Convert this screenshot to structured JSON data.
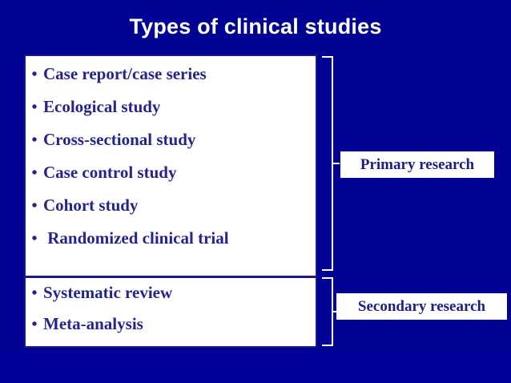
{
  "slide": {
    "title": "Types of clinical studies",
    "background_color": "#010194",
    "title_color": "#FFFFFF",
    "text_color": "#24248C",
    "panel_background": "#FFFFFF"
  },
  "content": {
    "groups": [
      {
        "name": "primary",
        "items": [
          {
            "bullet": "•",
            "label": "Case report/case series"
          },
          {
            "bullet": "•",
            "label": "Ecological study"
          },
          {
            "bullet": "•",
            "label": "Cross-sectional study"
          },
          {
            "bullet": "•",
            "label": "Case control study"
          },
          {
            "bullet": "•",
            "label": "Cohort study"
          },
          {
            "bullet": "•",
            "label": " Randomized clinical trial"
          }
        ]
      },
      {
        "name": "secondary",
        "items": [
          {
            "bullet": "•",
            "label": "Systematic review"
          },
          {
            "bullet": "•",
            "label": "Meta-analysis"
          }
        ]
      }
    ]
  },
  "annotations": {
    "primary_label": "Primary research",
    "secondary_label": "Secondary research"
  }
}
